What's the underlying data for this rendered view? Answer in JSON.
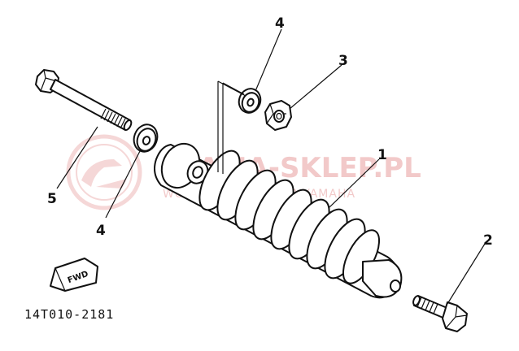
{
  "diagram": {
    "part_code": "14T010-2181",
    "fwd_label": "FWD",
    "callouts": {
      "shock_absorber": "1",
      "bolt_lower": "2",
      "nut": "3",
      "washer_top": "4",
      "bolt_upper": "5",
      "washer_left": "4"
    },
    "watermark": {
      "main": "YAMA-SKLEP.PL",
      "sub": "WORLDWIDE DEALER YAMAHA"
    },
    "colors": {
      "line": "#111111",
      "watermark": "#e8a6a6"
    }
  }
}
